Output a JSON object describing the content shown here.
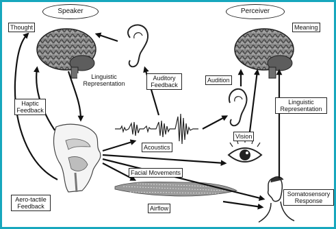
{
  "speaker": "Speaker",
  "perceiver": "Perceiver",
  "labels": {
    "thought": "Thought",
    "meaning": "Meaning",
    "linguistic_representation_left_1": "Linguistic",
    "linguistic_representation_left_2": "Representation",
    "auditory_feedback_1": "Auditory",
    "auditory_feedback_2": "Feedback",
    "audition": "Audition",
    "linguistic_representation_right_1": "Linguistic",
    "linguistic_representation_right_2": "Representation",
    "haptic_feedback_1": "Haptic",
    "haptic_feedback_2": "Feedback",
    "acoustics": "Acoustics",
    "vision": "Vision",
    "facial_movements": "Facial Movements",
    "aero_tactile_feedback_1": "Aero-tactile",
    "aero_tactile_feedback_2": "Feedback",
    "airflow": "Airflow",
    "somatosensory_response_1": "Somatosensory",
    "somatosensory_response_2": "Response"
  }
}
